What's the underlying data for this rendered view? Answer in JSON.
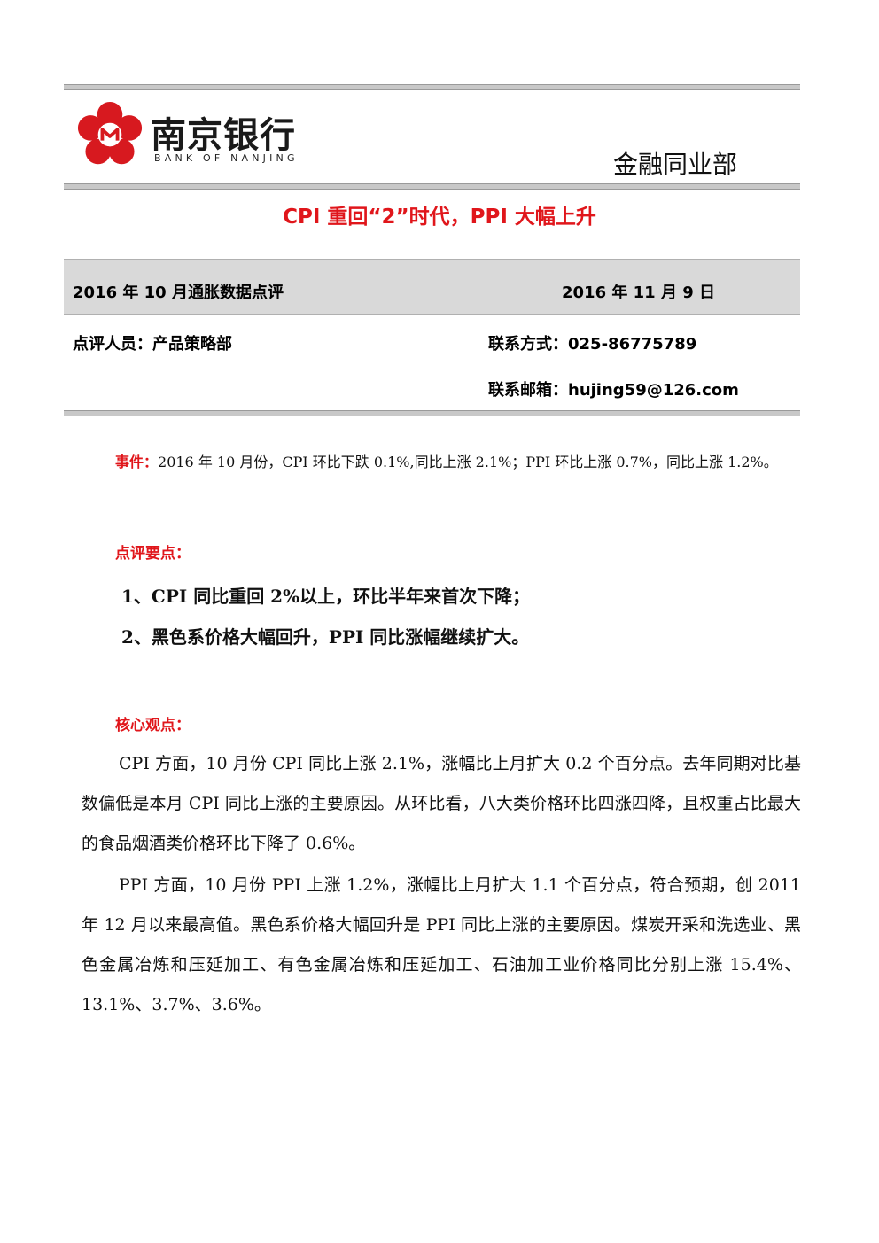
{
  "header": {
    "bank_name_cn": "南京银行",
    "bank_name_en": "BANK OF NANJING",
    "department": "金融同业部"
  },
  "report": {
    "title": "CPI 重回“2”时代，PPI 大幅上升",
    "subtitle": "2016 年 10 月通胀数据点评",
    "date": "2016 年 11 月 9 日",
    "reviewer": "点评人员：产品策略部",
    "contact": "联系方式：025-86775789",
    "email": "联系邮箱：hujing59@126.com"
  },
  "event": {
    "label": "事件：",
    "text": "2016 年 10 月份，CPI 环比下跌 0.1%,同比上涨 2.1%；PPI 环比上涨 0.7%，同比上涨 1.2%。"
  },
  "key_points": {
    "heading": "点评要点：",
    "items": [
      "1、CPI 同比重回 2%以上，环比半年来首次下降；",
      "2、黑色系价格大幅回升，PPI 同比涨幅继续扩大。"
    ]
  },
  "core_view": {
    "heading": "核心观点：",
    "paragraphs": [
      "CPI 方面，10 月份 CPI 同比上涨 2.1%，涨幅比上月扩大 0.2 个百分点。去年同期对比基数偏低是本月 CPI 同比上涨的主要原因。从环比看，八大类价格环比四涨四降，且权重占比最大的食品烟酒类价格环比下降了 0.6%。",
      "PPI 方面，10 月份 PPI 上涨 1.2%，涨幅比上月扩大 1.1 个百分点，符合预期，创 2011 年 12 月以来最高值。黑色系价格大幅回升是 PPI 同比上涨的主要原因。煤炭开采和洗选业、黑色金属冶炼和压延加工、有色金属冶炼和压延加工、石油加工业价格同比分别上涨 15.4%、13.1%、3.7%、3.6%。"
    ]
  },
  "colors": {
    "accent_red": "#e0161b",
    "band_gray": "#d9d9d9",
    "rule_gray": "#c8c8c8"
  }
}
